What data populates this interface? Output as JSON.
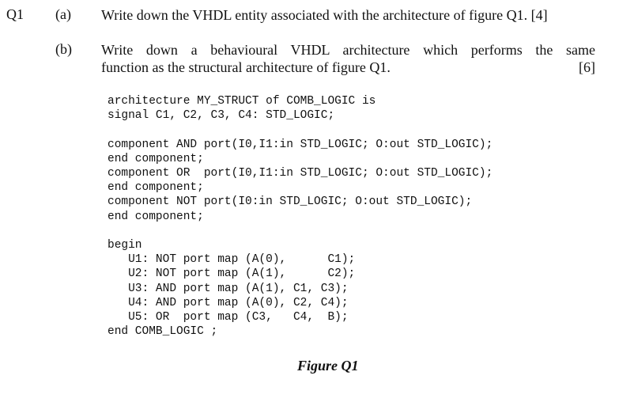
{
  "question": {
    "number": "Q1",
    "parts": [
      {
        "label": "(a)",
        "text": "Write down the VHDL entity associated with the architecture of figure Q1. [4]"
      },
      {
        "label": "(b)",
        "text_line1": "Write down a behavioural VHDL architecture which performs the same",
        "text_line2": "function as the structural architecture of figure Q1.",
        "marks": "[6]"
      }
    ]
  },
  "code": {
    "lines": [
      "architecture MY_STRUCT of COMB_LOGIC is",
      "signal C1, C2, C3, C4: STD_LOGIC;",
      "",
      "component AND port(I0,I1:in STD_LOGIC; O:out STD_LOGIC);",
      "end component;",
      "component OR  port(I0,I1:in STD_LOGIC; O:out STD_LOGIC);",
      "end component;",
      "component NOT port(I0:in STD_LOGIC; O:out STD_LOGIC);",
      "end component;",
      "",
      "begin",
      "   U1: NOT port map (A(0),      C1);",
      "   U2: NOT port map (A(1),      C2);",
      "   U3: AND port map (A(1), C1, C3);",
      "   U4: AND port map (A(0), C2, C4);",
      "   U5: OR  port map (C3,   C4,  B);",
      "end COMB_LOGIC ;"
    ]
  },
  "figure_caption": "Figure Q1"
}
